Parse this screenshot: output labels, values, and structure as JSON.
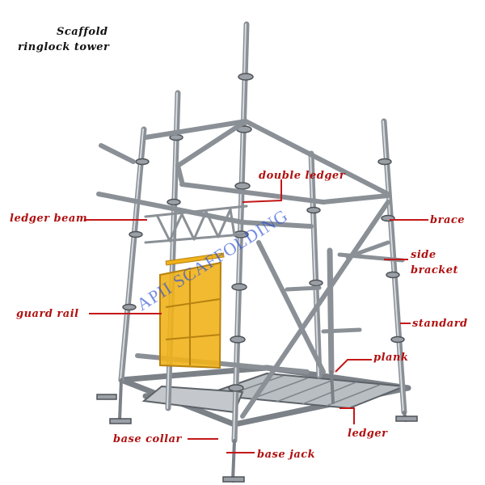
{
  "title": {
    "line1": "Scaffold",
    "line2": "ringlock tower"
  },
  "watermark": "APII SCAFFOLDING",
  "labels": {
    "double_ledger": "double ledger",
    "ledger_beam": "ledger beam",
    "brace": "brace",
    "side_bracket_1": "side",
    "side_bracket_2": "bracket",
    "guard_rail": "guard rail",
    "standard": "standard",
    "plank": "plank",
    "ledger": "ledger",
    "base_collar": "base collar",
    "base_jack": "base jack"
  },
  "colors": {
    "label": "#b01010",
    "leader": "#c41818",
    "pipe": "#8c9298",
    "pipe_dark": "#5c6268",
    "rail": "#f0b21b",
    "rail_dark": "#b88210",
    "watermark": "#2a4fd6"
  }
}
